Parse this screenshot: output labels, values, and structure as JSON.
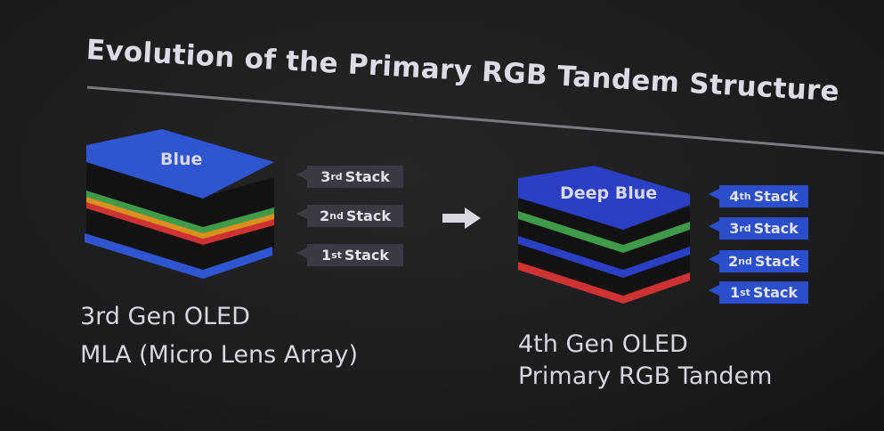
{
  "title": "Evolution of the Primary RGB Tandem Structure",
  "left": {
    "top_layer_label": "Blue",
    "stacks": [
      {
        "num": "3",
        "suffix": "rd",
        "word": "Stack"
      },
      {
        "num": "2",
        "suffix": "nd",
        "word": "Stack"
      },
      {
        "num": "1",
        "suffix": "st",
        "word": "Stack"
      }
    ],
    "caption_line1": "3rd Gen OLED",
    "caption_line2": "MLA (Micro Lens Array)"
  },
  "right": {
    "top_layer_label": "Deep Blue",
    "stacks": [
      {
        "num": "4",
        "suffix": "th",
        "word": "Stack"
      },
      {
        "num": "3",
        "suffix": "rd",
        "word": "Stack"
      },
      {
        "num": "2",
        "suffix": "nd",
        "word": "Stack"
      },
      {
        "num": "1",
        "suffix": "st",
        "word": "Stack"
      }
    ],
    "caption_line1": "4th Gen OLED",
    "caption_line2": "Primary RGB Tandem"
  },
  "colors": {
    "blue": "#2f55d0",
    "deep_blue": "#2a3fc4",
    "green": "#3f9a4a",
    "orange": "#d9901f",
    "red": "#cf3232",
    "layer_black": "#121213"
  }
}
